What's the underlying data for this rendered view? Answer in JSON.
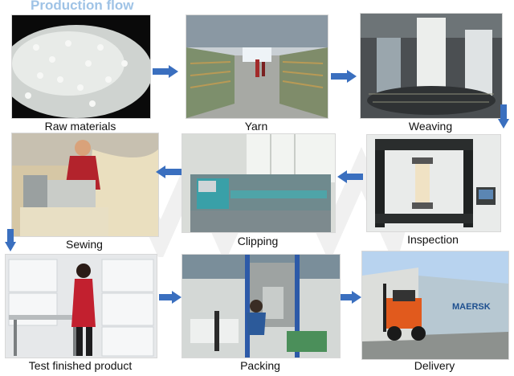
{
  "title": "Production flow",
  "steps": [
    {
      "label": "Raw materials"
    },
    {
      "label": "Yarn"
    },
    {
      "label": "Weaving"
    },
    {
      "label": "Inspection"
    },
    {
      "label": "Clipping"
    },
    {
      "label": "Sewing"
    },
    {
      "label": "Test finished product"
    },
    {
      "label": "Packing"
    },
    {
      "label": "Delivery"
    }
  ],
  "photo_texts": {
    "container_brand": "MAERSK"
  },
  "colors": {
    "title": "#9fc3e6",
    "arrow": "#3a6fbf"
  }
}
